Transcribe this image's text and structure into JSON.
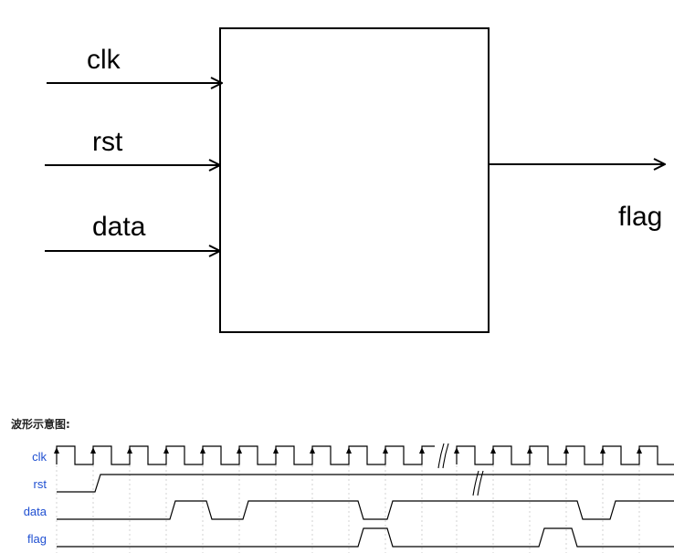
{
  "block_diagram": {
    "inputs": [
      {
        "label": "clk"
      },
      {
        "label": "rst"
      },
      {
        "label": "data"
      }
    ],
    "output": {
      "label": "flag"
    }
  },
  "waveform": {
    "caption": "波形示意图:",
    "signals": [
      {
        "name": "clk",
        "type": "clock"
      },
      {
        "name": "rst",
        "type": "level"
      },
      {
        "name": "data",
        "type": "level"
      },
      {
        "name": "flag",
        "type": "level"
      }
    ]
  }
}
